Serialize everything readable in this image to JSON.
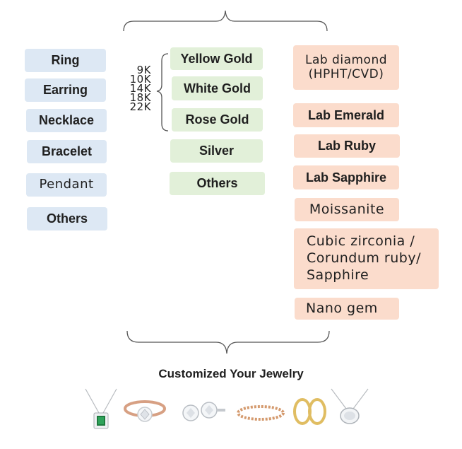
{
  "categories": [
    "Ring",
    "Earring",
    "Necklace",
    "Bracelet",
    "Pendant",
    "Others"
  ],
  "karats": [
    "9K",
    "10K",
    "14K",
    "18K",
    "22K"
  ],
  "metals": [
    "Yellow Gold",
    "White Gold",
    "Rose Gold",
    "Silver",
    "Others"
  ],
  "stones": [
    "Lab diamond\n(HPHT/CVD)",
    "Lab Emerald",
    "Lab Ruby",
    "Lab Sapphire",
    "Moissanite",
    "Cubic zirconia /\nCorundum ruby/\nSapphire",
    "Nano gem"
  ],
  "footer_title": "Customized Your Jewelry",
  "colors": {
    "category_bg": "#dde8f4",
    "metal_bg": "#e2f0d9",
    "stone_bg": "#fbdccc"
  },
  "jewelry_icons": [
    "emerald-pendant-icon",
    "rose-gold-ring-icon",
    "diamond-stud-earrings-icon",
    "tennis-bracelet-icon",
    "hoop-earrings-icon",
    "oval-diamond-pendant-icon"
  ]
}
